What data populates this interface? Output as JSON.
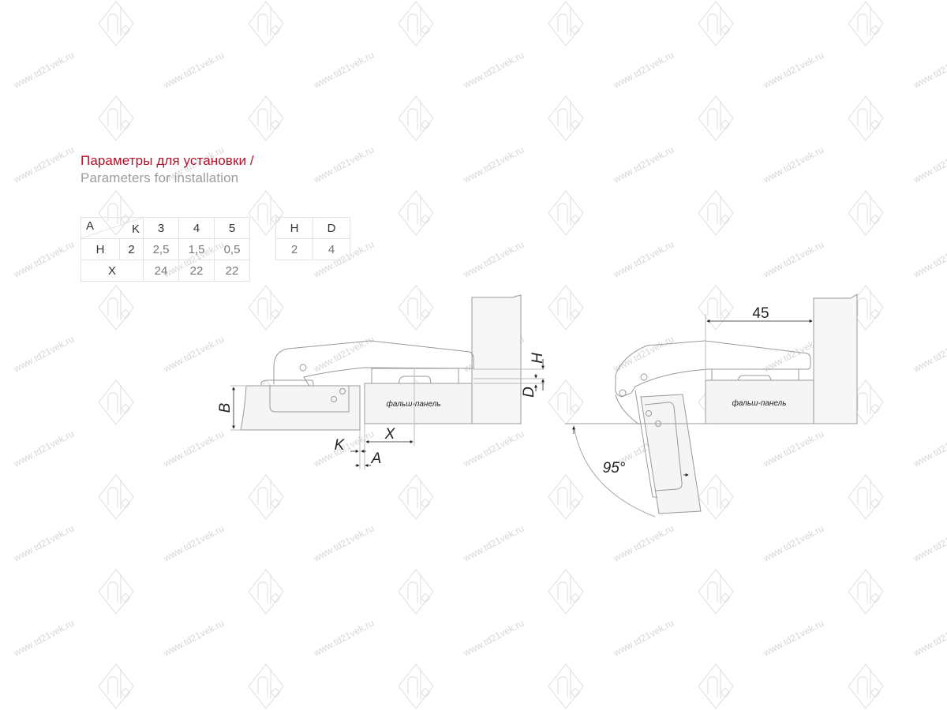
{
  "watermark": {
    "text": "www.td21vek.ru",
    "logo_icon": "td21vek-diamond-logo",
    "color": "#d9d9d9"
  },
  "header": {
    "title_ru": "Параметры для установки /",
    "title_en": "Parameters for installation",
    "title_ru_color": "#b3102a",
    "title_en_color": "#9c9c9c"
  },
  "table_main": {
    "corner_top_left": "A",
    "corner_bottom_right": "K",
    "k_values": [
      "3",
      "4",
      "5"
    ],
    "row_h": {
      "label": "H",
      "a_value": "2",
      "values": [
        "2,5",
        "1,5",
        "0,5"
      ]
    },
    "row_x": {
      "label": "X",
      "values": [
        "24",
        "22",
        "22"
      ]
    }
  },
  "table_hd": {
    "headers": [
      "H",
      "D"
    ],
    "values": [
      "2",
      "4"
    ]
  },
  "drawing_left": {
    "panel_label": "фальш-панель",
    "dim_b": "B",
    "dim_h": "H",
    "dim_d": "D",
    "dim_k": "K",
    "dim_a": "A",
    "dim_x": "X"
  },
  "drawing_right": {
    "panel_label": "фальш-панель",
    "dim_width": "45",
    "angle": "95°"
  }
}
